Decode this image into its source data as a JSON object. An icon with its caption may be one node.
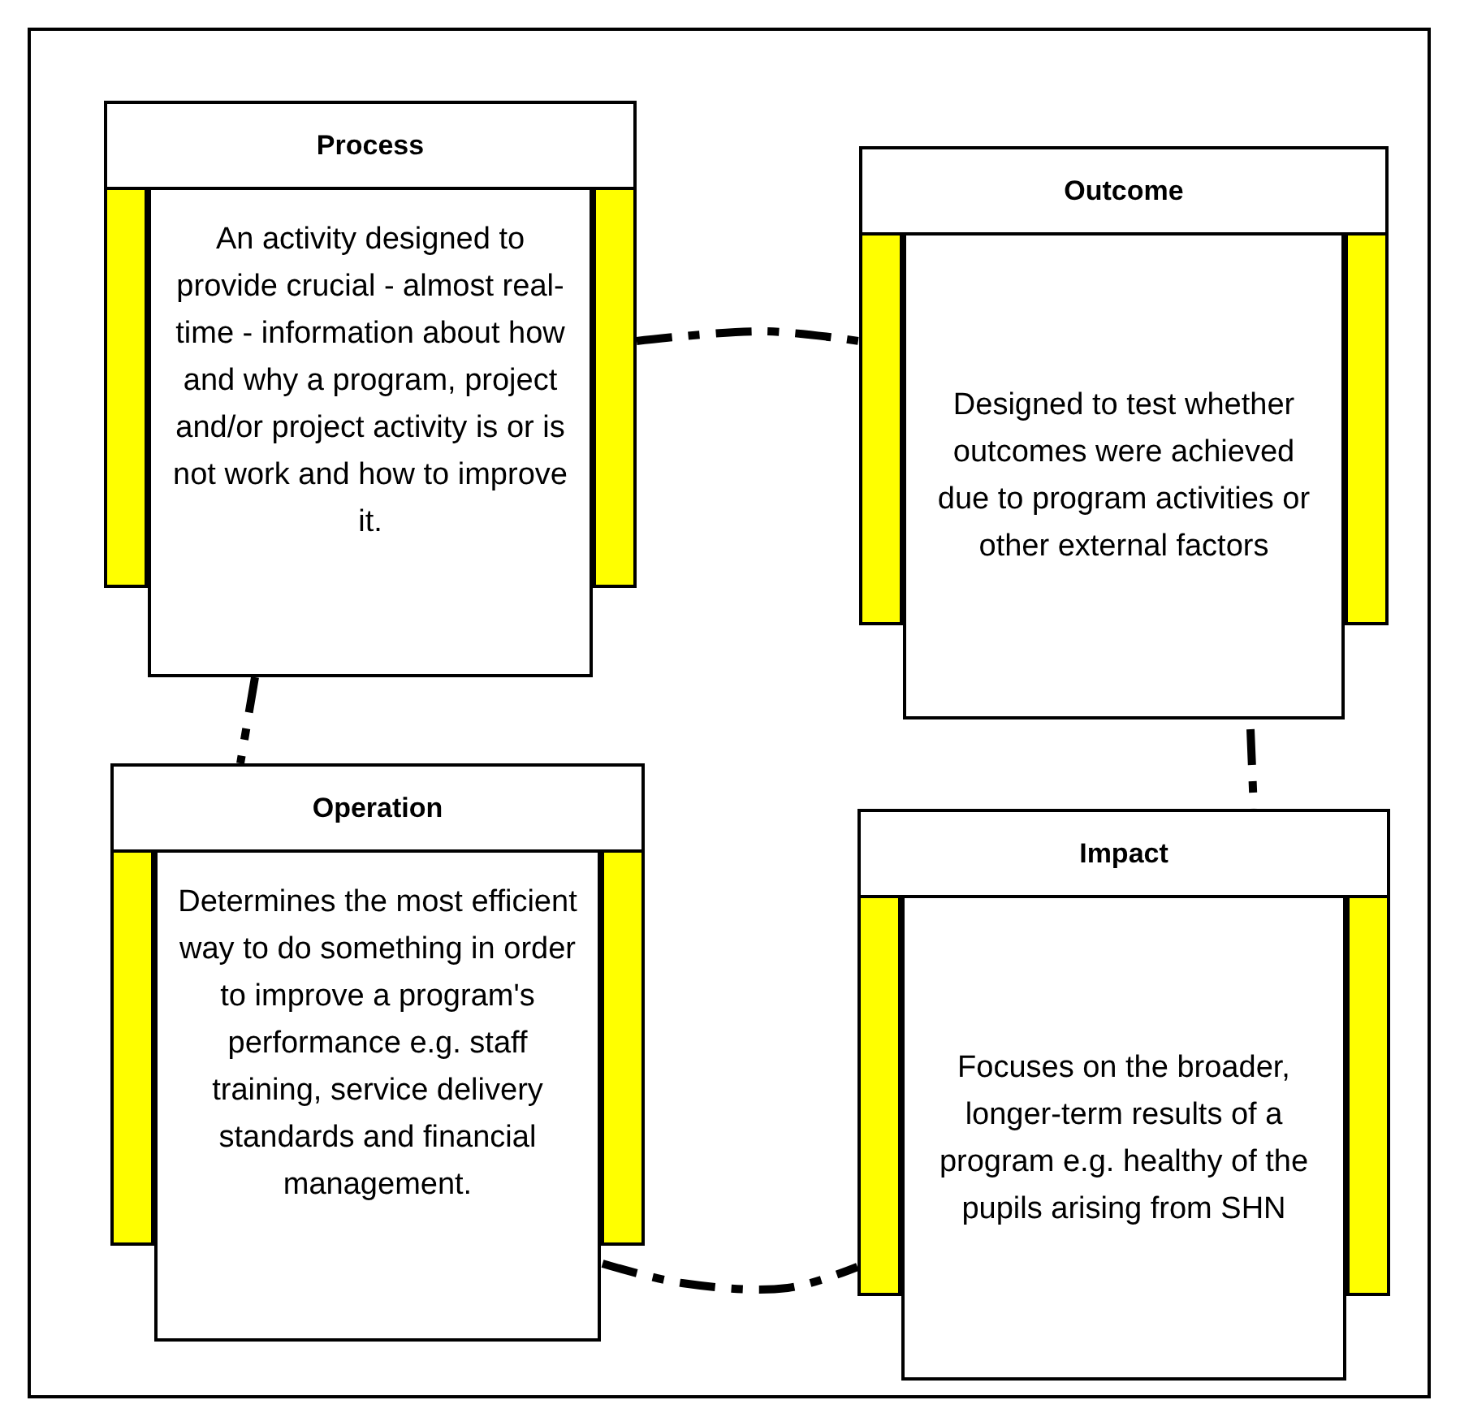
{
  "diagram": {
    "nodes": [
      {
        "text": [
          "Process",
          "An activity designed to provide crucial - almost real-time - information about how and why a program, project and/or project activity is or is not work and how to improve it."
        ]
      },
      {
        "text": [
          "Outcome",
          "Designed to test whether outcomes were achieved due to program activities or other external factors"
        ]
      },
      {
        "text": [
          "Operation",
          "Determines the most efficient way to do something in order to improve a program's performance e.g. staff training, service delivery standards and financial management."
        ]
      },
      {
        "text": [
          "Impact",
          "Focuses on the broader, longer-term results of a program e.g. healthy of the pupils arising from SHN"
        ]
      }
    ],
    "edges": [
      {
        "from": 0,
        "to": 1,
        "arrow": "none",
        "style": "dashed"
      },
      {
        "from": 0,
        "to": 2,
        "arrow": "none",
        "style": "dashed"
      },
      {
        "from": 1,
        "to": 3,
        "arrow": "none",
        "style": "dashed"
      },
      {
        "from": 2,
        "to": 3,
        "arrow": "none",
        "style": "dashed"
      }
    ]
  }
}
